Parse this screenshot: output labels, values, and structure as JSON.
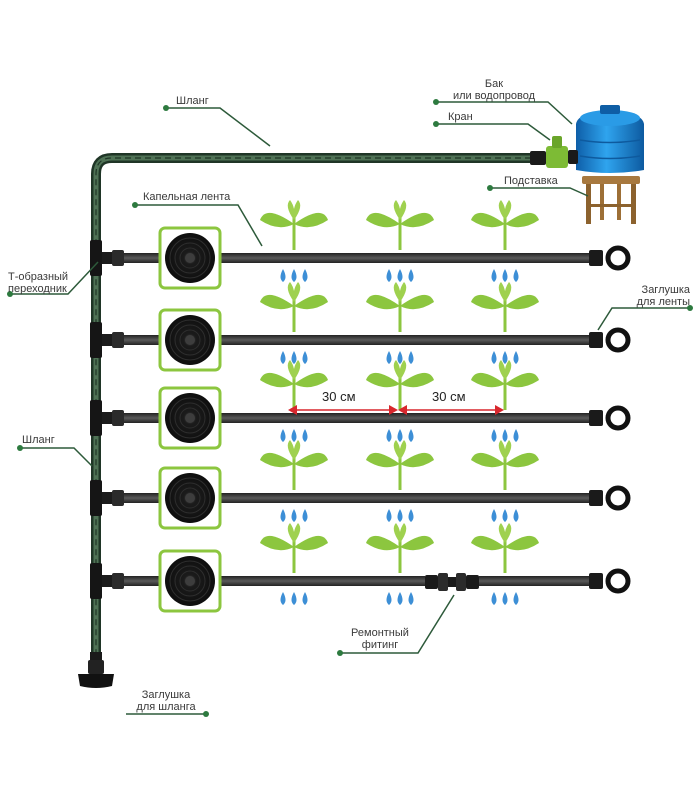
{
  "labels": {
    "tank": [
      "Бак",
      "или водопровод"
    ],
    "valve": "Кран",
    "stand": "Подставка",
    "hose_top": "Шланг",
    "drip_tape": "Капельная лента",
    "t_adapter": [
      "Т-образный",
      "переходник"
    ],
    "tape_plug": [
      "Заглушка",
      "для ленты"
    ],
    "hose_side": "Шланг",
    "repair_fitting": [
      "Ремонтный",
      "фитинг"
    ],
    "hose_plug": [
      "Заглушка",
      "для шланга"
    ]
  },
  "spacing": [
    "30 см",
    "30 см"
  ],
  "colors": {
    "hose": "#2f4a36",
    "tape": "#3a3a3a",
    "accent_green": "#8cc63f",
    "leader_line": "#2d5a3a",
    "leader_dot": "#2d7a3f",
    "tank_blue": "#1f8fd8",
    "valve_green": "#7dbb35",
    "stand_wood": "#a8793f",
    "water_drop": "#3d8fd6",
    "dimension_arrow": "#d8272d"
  },
  "counts": {
    "tape_rows": 5,
    "plants_per_row": 3
  }
}
